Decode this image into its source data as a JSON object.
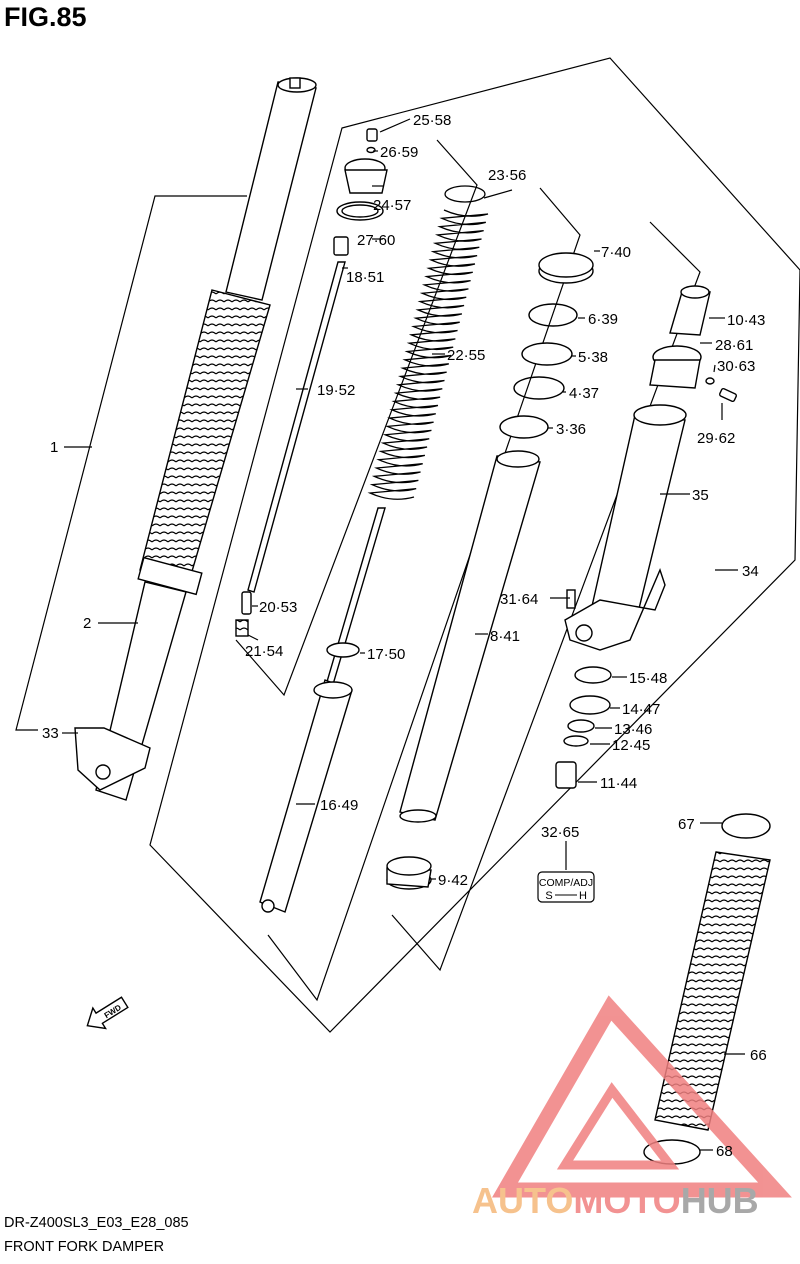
{
  "figure": {
    "title": "FIG.85",
    "code": "DR-Z400SL3_E03_E28_085",
    "caption": "FRONT FORK DAMPER"
  },
  "callouts": [
    {
      "id": "c1",
      "text": "1"
    },
    {
      "id": "c2",
      "text": "2"
    },
    {
      "id": "c33",
      "text": "33"
    },
    {
      "id": "c25",
      "text": "25·58"
    },
    {
      "id": "c26",
      "text": "26·59"
    },
    {
      "id": "c24",
      "text": "24·57"
    },
    {
      "id": "c27",
      "text": "27·60"
    },
    {
      "id": "c18",
      "text": "18·51"
    },
    {
      "id": "c19",
      "text": "19·52"
    },
    {
      "id": "c20",
      "text": "20·53"
    },
    {
      "id": "c21",
      "text": "21·54"
    },
    {
      "id": "c23",
      "text": "23·56"
    },
    {
      "id": "c22",
      "text": "22·55"
    },
    {
      "id": "c17",
      "text": "17·50"
    },
    {
      "id": "c16",
      "text": "16·49"
    },
    {
      "id": "c7",
      "text": "7·40"
    },
    {
      "id": "c6",
      "text": "6·39"
    },
    {
      "id": "c5",
      "text": "5·38"
    },
    {
      "id": "c4",
      "text": "4·37"
    },
    {
      "id": "c3",
      "text": "3·36"
    },
    {
      "id": "c8",
      "text": "8·41"
    },
    {
      "id": "c9",
      "text": "9·42"
    },
    {
      "id": "c10",
      "text": "10·43"
    },
    {
      "id": "c28",
      "text": "28·61"
    },
    {
      "id": "c30",
      "text": "30·63"
    },
    {
      "id": "c29",
      "text": "29·62"
    },
    {
      "id": "c35",
      "text": "35"
    },
    {
      "id": "c34",
      "text": "34"
    },
    {
      "id": "c31",
      "text": "31·64"
    },
    {
      "id": "c15",
      "text": "15·48"
    },
    {
      "id": "c14",
      "text": "14·47"
    },
    {
      "id": "c13",
      "text": "13·46"
    },
    {
      "id": "c12",
      "text": "12·45"
    },
    {
      "id": "c11",
      "text": "11·44"
    },
    {
      "id": "c32",
      "text": "32·65"
    },
    {
      "id": "c67",
      "text": "67"
    },
    {
      "id": "c66",
      "text": "66"
    },
    {
      "id": "c68",
      "text": "68"
    }
  ],
  "adjuster_tag": {
    "line1": "COMP/ADJ",
    "line2_left": "S",
    "line2_right": "H"
  },
  "fwd_arrow_text": "FWD",
  "watermark": {
    "part1": "AUTO",
    "part2": "MOTO",
    "part3": "HUB",
    "color1": "#f5b87a",
    "color2": "#f07f7f",
    "color3": "#9a9a9a",
    "triangle_color": "#f08080"
  }
}
